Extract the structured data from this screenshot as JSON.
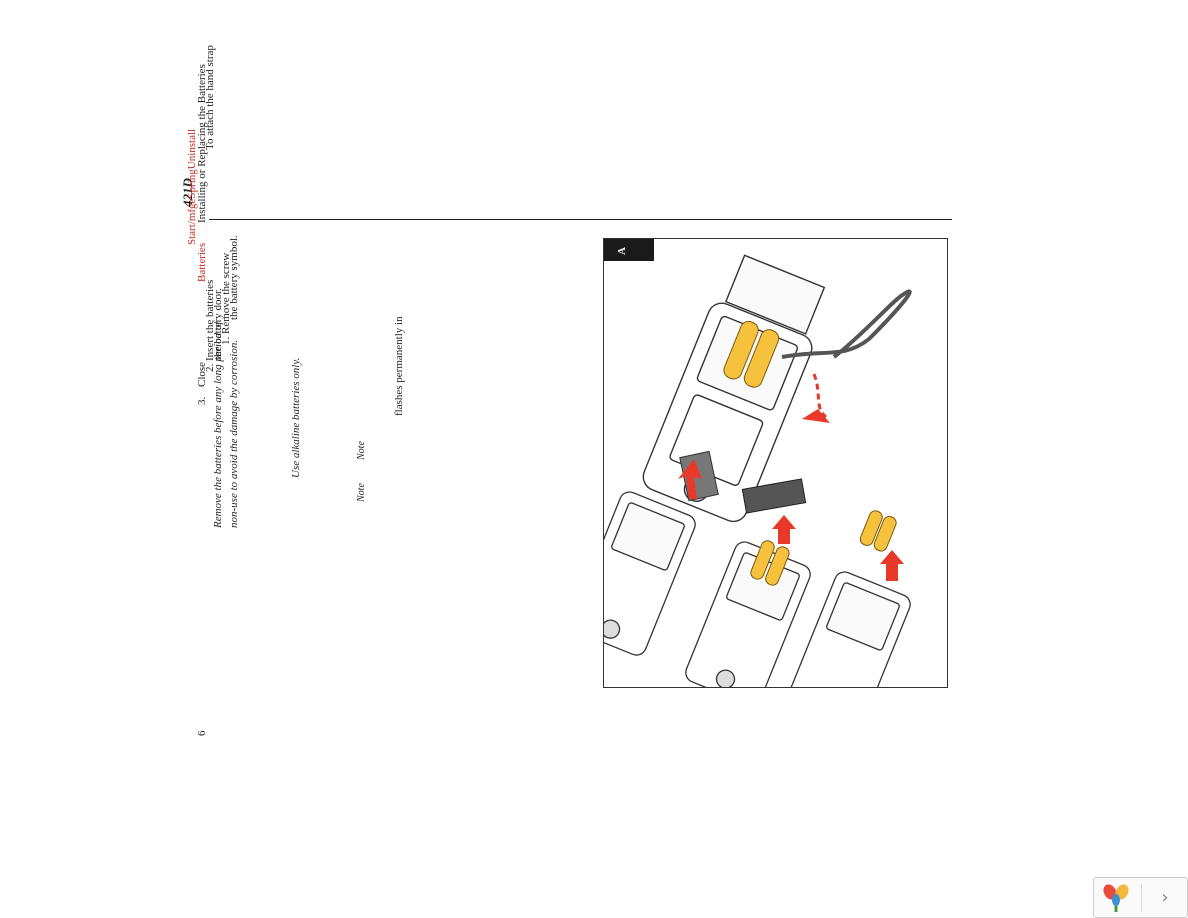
{
  "header": {
    "model": "421D",
    "section_red": "Start/mfgeSpringUninstall",
    "section_black": "Installing or Replacing the Batteries",
    "frag_red": "Batteries",
    "frag_black": "To attach the hand strap"
  },
  "steps": {
    "step3": "3.",
    "close_frag": "Close",
    "frag_a": "2. Insert the batteries",
    "frag_b": "the battery door.",
    "frag_c": "1. Remove the screw",
    "frag_d": "the battery symbol."
  },
  "warning": {
    "line1": "Remove the batteries before any long period of",
    "line2": "non-use to avoid the damage by corrosion."
  },
  "notes": {
    "alkaline": "Use alkaline batteries only.",
    "note_label_1": "Note",
    "note_label_2": "Note",
    "flashes": "flashes permanently in"
  },
  "figure": {
    "tag": "A",
    "icons": [
      "device-icon",
      "battery-icon",
      "hand-strap-icon",
      "arrow-icon",
      "battery-door-icon"
    ],
    "colors": {
      "arrow": "#e8392a",
      "battery": "#f6c23e",
      "device_outline": "#333333"
    }
  },
  "page": {
    "number": "6"
  },
  "viewer": {
    "next_glyph": "›"
  }
}
